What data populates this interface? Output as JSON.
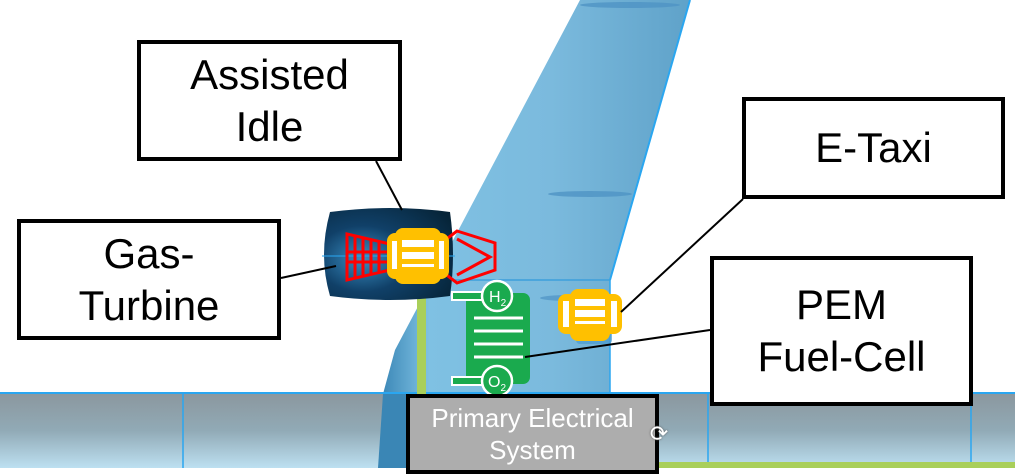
{
  "diagram": {
    "title": "Hybrid-electric aircraft tail-section power architecture",
    "callouts": {
      "assisted_idle": {
        "line1": "Assisted",
        "line2": "Idle"
      },
      "gas_turbine": {
        "line1": "Gas-",
        "line2": "Turbine"
      },
      "etaxi": {
        "line1": "E-Taxi"
      },
      "pem_fuel_cell": {
        "line1": "PEM",
        "line2": "Fuel-Cell"
      }
    },
    "primary_electrical_system": {
      "line1": "Primary Electrical",
      "line2": "System"
    },
    "fuel_cell_ports": {
      "hydrogen": "H",
      "hydrogen_sub": "2",
      "oxygen": "O",
      "oxygen_sub": "2"
    },
    "icons": {
      "rotate_handle": "⟳"
    },
    "colors": {
      "fuselage": "#8fa3ad",
      "tail": "#6fb3dc",
      "engine_nacelle": "#0d3550",
      "turbine_outline": "#ff0000",
      "motor": "#ffc000",
      "fuel_cell": "#1aaa4e",
      "power_line": "#a9cf5a",
      "pes_box": "#adadad"
    }
  }
}
